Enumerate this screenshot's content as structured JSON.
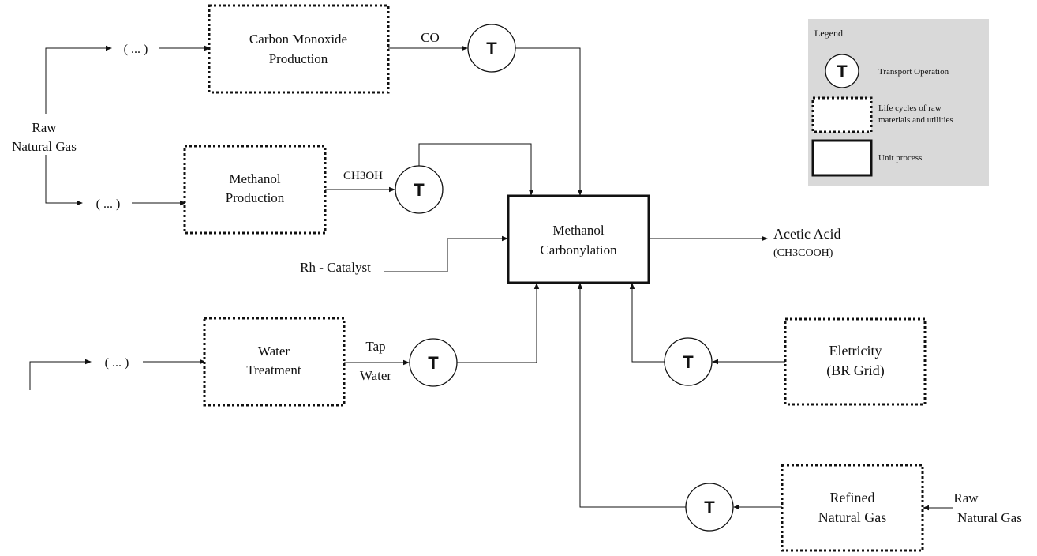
{
  "processes": {
    "carbon_monoxide": [
      "Carbon Monoxide",
      "Production"
    ],
    "methanol_production": [
      "Methanol",
      "Production"
    ],
    "methanol_carbonylation": [
      "Methanol",
      "Carbonylation"
    ],
    "water_treatment": [
      "Water",
      "Treatment"
    ],
    "electricity": [
      "Eletricity",
      "(BR Grid)"
    ],
    "refined_natural_gas": [
      "Refined",
      "Natural Gas"
    ]
  },
  "labels": {
    "ellipsis": "( ... )",
    "raw_natural_gas_left": [
      "Raw",
      "Natural Gas"
    ],
    "raw_natural_gas_right": [
      "Raw",
      "Natural Gas"
    ],
    "co": "CO",
    "ch3oh": "CH3OH",
    "rh_catalyst": "Rh - Catalyst",
    "tap_water": [
      "Tap",
      "Water"
    ],
    "acetic_acid": "Acetic Acid",
    "acetic_acid_formula": "(CH3COOH)",
    "transport_symbol": "T"
  },
  "legend": {
    "title": "Legend",
    "transport": "Transport Operation",
    "life_cycles": [
      "Life cycles of raw",
      "materials and utilities"
    ],
    "unit_process": "Unit process"
  }
}
